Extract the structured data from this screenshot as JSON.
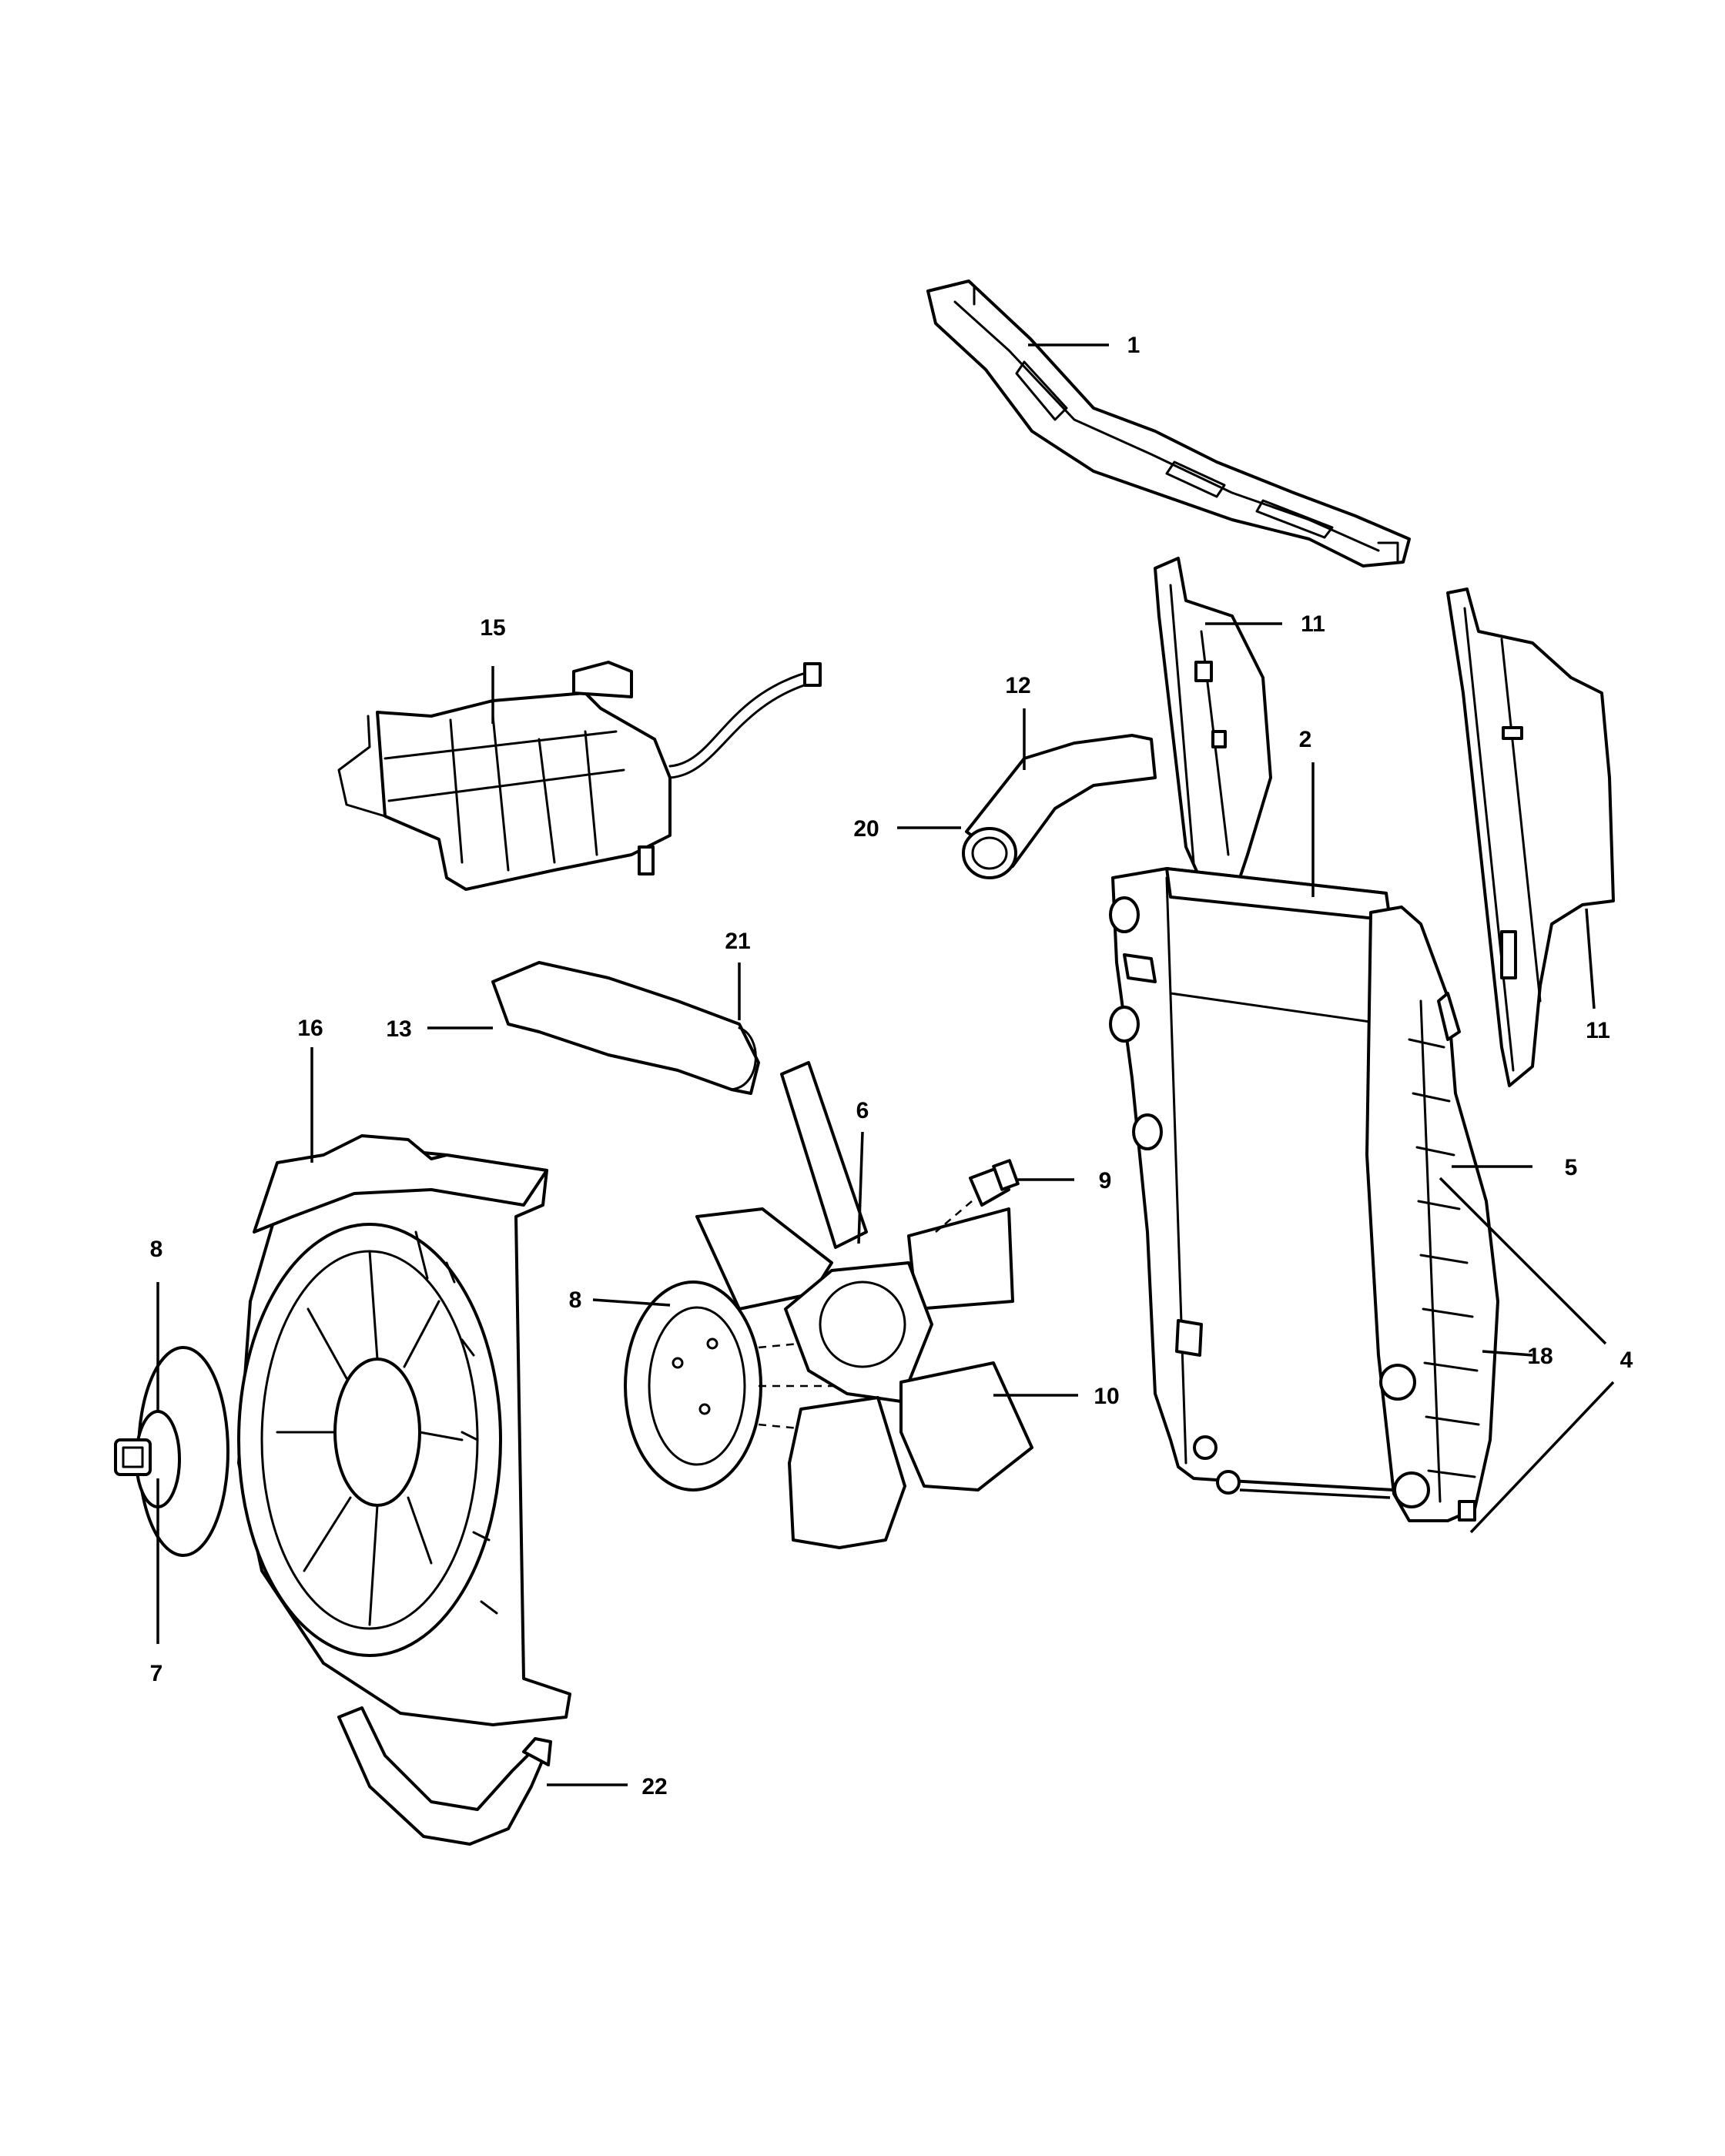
{
  "callouts": {
    "c1": "1",
    "c2": "2",
    "c4": "4",
    "c5": "5",
    "c6": "6",
    "c7": "7",
    "c8a": "8",
    "c8b": "8",
    "c9": "9",
    "c10": "10",
    "c11a": "11",
    "c11b": "11",
    "c12": "12",
    "c13": "13",
    "c15": "15",
    "c16": "16",
    "c18": "18",
    "c20": "20",
    "c21": "21",
    "c22": "22"
  },
  "colors": {
    "line": "#000000",
    "background": "#ffffff",
    "shade": "#d9d9d9"
  }
}
